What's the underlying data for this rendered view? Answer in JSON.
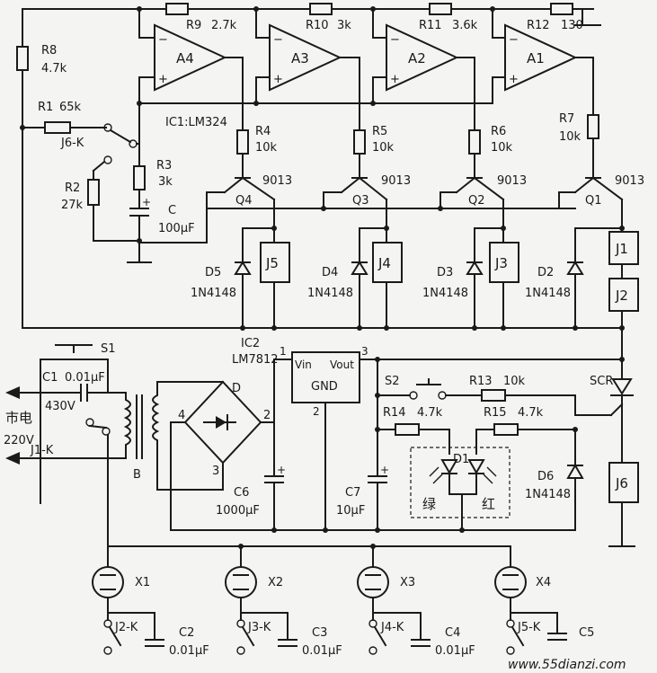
{
  "opamps": [
    {
      "label": "A4",
      "minus": "−",
      "plus": "+"
    },
    {
      "label": "A3",
      "minus": "−",
      "plus": "+"
    },
    {
      "label": "A2",
      "minus": "−",
      "plus": "+"
    },
    {
      "label": "A1",
      "minus": "−",
      "plus": "+"
    }
  ],
  "feedback_resistors": [
    {
      "ref": "R9",
      "value": "2.7k"
    },
    {
      "ref": "R10",
      "value": "3k"
    },
    {
      "ref": "R11",
      "value": "3.6k"
    },
    {
      "ref": "R12",
      "value": "130"
    }
  ],
  "ic1_label": "IC1:LM324",
  "left_resistors": [
    {
      "ref": "R8",
      "value": "4.7k"
    },
    {
      "ref": "R1",
      "value": "65k"
    },
    {
      "ref": "R2",
      "value": "27k"
    },
    {
      "ref": "R3",
      "value": "3k"
    }
  ],
  "switch_j6k": "J6-K",
  "cap_c": {
    "ref": "C",
    "value": "100µF"
  },
  "base_resistors": [
    {
      "ref": "R4",
      "value": "10k"
    },
    {
      "ref": "R5",
      "value": "10k"
    },
    {
      "ref": "R6",
      "value": "10k"
    },
    {
      "ref": "R7",
      "value": "10k"
    }
  ],
  "transistors": [
    {
      "ref": "Q4",
      "type": "9013"
    },
    {
      "ref": "Q3",
      "type": "9013"
    },
    {
      "ref": "Q2",
      "type": "9013"
    },
    {
      "ref": "Q1",
      "type": "9013"
    }
  ],
  "diodes": [
    {
      "ref": "D5",
      "part": "1N4148"
    },
    {
      "ref": "D4",
      "part": "1N4148"
    },
    {
      "ref": "D3",
      "part": "1N4148"
    },
    {
      "ref": "D2",
      "part": "1N4148"
    }
  ],
  "relays": [
    "J5",
    "J4",
    "J3",
    "J1",
    "J2",
    "J6"
  ],
  "ic2": {
    "ref": "IC2",
    "part": "LM7812",
    "vin": "Vin",
    "vout": "Vout",
    "gnd": "GND",
    "pin1": "1",
    "pin2": "2",
    "pin3": "3"
  },
  "mains": {
    "label": "市电",
    "voltage": "220V"
  },
  "s1": "S1",
  "c1": {
    "ref": "C1",
    "value": "0.01µF",
    "rating": "430V"
  },
  "j1k": "J1-K",
  "transformer": "B",
  "bridge": {
    "ref": "D",
    "pin2": "2",
    "pin3": "3",
    "pin4": "4"
  },
  "c6": {
    "ref": "C6",
    "value": "1000µF"
  },
  "c7": {
    "ref": "C7",
    "value": "10µF"
  },
  "s2": "S2",
  "r13": {
    "ref": "R13",
    "value": "10k"
  },
  "r14": {
    "ref": "R14",
    "value": "4.7k"
  },
  "r15": {
    "ref": "R15",
    "value": "4.7k"
  },
  "scr": "SCR",
  "led": {
    "ref": "D1",
    "green": "绿",
    "red": "红"
  },
  "d6": {
    "ref": "D6",
    "part": "1N4148"
  },
  "sensors": [
    "X1",
    "X2",
    "X3",
    "X4"
  ],
  "contacts": [
    {
      "switch": "J2-K",
      "cap": "C2",
      "value": "0.01µF"
    },
    {
      "switch": "J3-K",
      "cap": "C3",
      "value": "0.01µF"
    },
    {
      "switch": "J4-K",
      "cap": "C4",
      "value": "0.01µF"
    },
    {
      "switch": "J5-K",
      "cap": "C5",
      "value": ""
    }
  ],
  "watermark": "www.55dianzi.com"
}
